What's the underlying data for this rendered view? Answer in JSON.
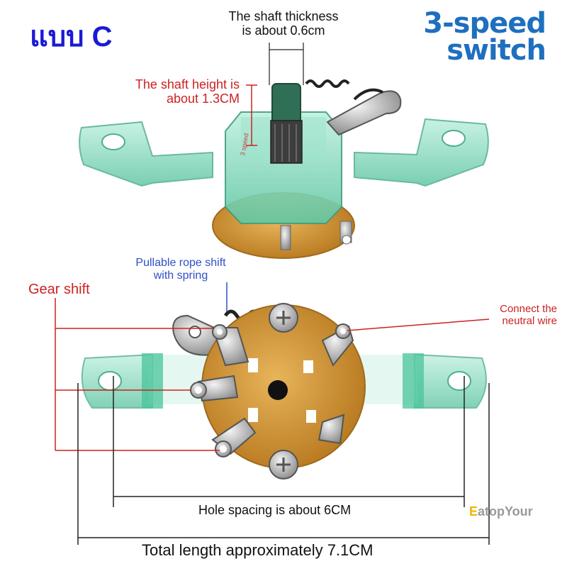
{
  "variant_label": "แบบ C",
  "title": {
    "line1": "3-speed",
    "line2": "switch"
  },
  "annotations": {
    "shaft_thickness": {
      "line1": "The shaft thickness",
      "line2": "is about 0.6cm"
    },
    "shaft_height": {
      "line1": "The shaft height is",
      "line2": "about 1.3CM"
    },
    "rope": {
      "line1": "Pullable rope shift",
      "line2": "with spring"
    },
    "gear_shift": "Gear shift",
    "neutral": {
      "line1": "Connect the",
      "line2": "neutral wire"
    },
    "hole_spacing": "Hole spacing is about 6CM",
    "total_length": "Total length approximately 7.1CM"
  },
  "watermark": {
    "e": "E",
    "rest": "atopYour"
  },
  "colors": {
    "variant_text": "#1a1ad6",
    "title_text": "#1f6fbf",
    "callout_red": "#cc2222",
    "callout_blue": "#2f4fc4",
    "plastic_green": "#7fd8bc",
    "pcb_orange": "#d89a3a"
  }
}
